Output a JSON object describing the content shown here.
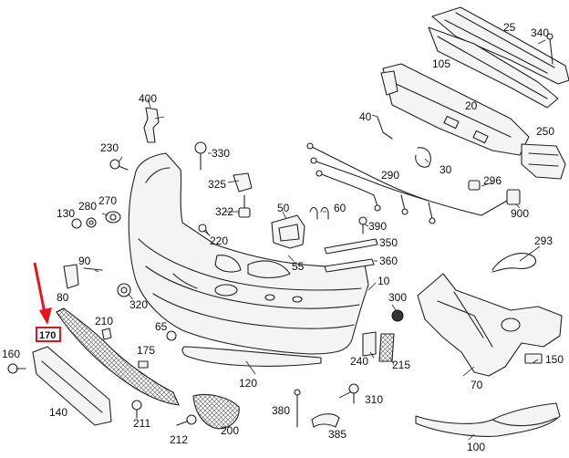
{
  "diagram": {
    "highlight_color": "#e8141c",
    "labels": {
      "p25": "25",
      "p340": "340",
      "p105": "105",
      "p20": "20",
      "p40": "40",
      "p250": "250",
      "p400": "400",
      "p230": "230",
      "p330": "330",
      "p30": "30",
      "p290": "290",
      "p296": "296",
      "p325": "325",
      "p322": "322",
      "p220": "220",
      "p130": "130",
      "p280": "280",
      "p270": "270",
      "p50": "50",
      "p60": "60",
      "p390": "390",
      "p900": "900",
      "p350": "350",
      "p293": "293",
      "p360": "360",
      "p55": "55",
      "p90": "90",
      "p80": "80",
      "p10": "10",
      "p320": "320",
      "p300": "300",
      "p170": "170",
      "p210": "210",
      "p65": "65",
      "p175": "175",
      "p160": "160",
      "p120": "120",
      "p240": "240",
      "p215": "215",
      "p70": "70",
      "p150": "150",
      "p140": "140",
      "p211": "211",
      "p310": "310",
      "p380": "380",
      "p200": "200",
      "p385": "385",
      "p212": "212",
      "p100": "100"
    }
  }
}
